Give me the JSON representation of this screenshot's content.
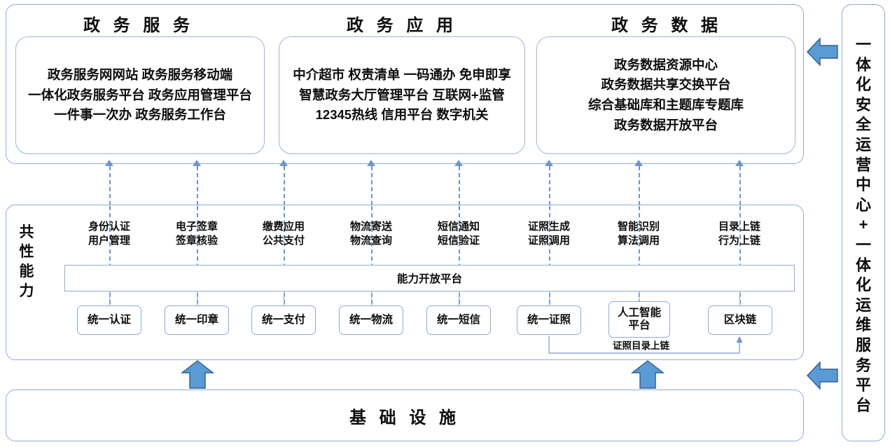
{
  "colors": {
    "border": "#8faadc",
    "inner_border": "#9cb4e0",
    "arrow_fill": "#5b9bd5",
    "arrow_stroke": "#2e5e91",
    "dashed": "#6f93d0",
    "text": "#0d0d0d",
    "background": "#ffffff"
  },
  "top": {
    "columns": [
      {
        "title": "政 务 服 务",
        "items": [
          "政务服务网网站 政务服务移动端",
          "一体化政务服务平台 政务应用管理平台",
          "一件事一次办 政务服务工作台"
        ]
      },
      {
        "title": "政 务 应 用",
        "items": [
          "中介超市 权责清单 一码通办 免申即享",
          "智慧政务大厅管理平台 互联网+监管",
          "12345热线 信用平台 数字机关"
        ]
      },
      {
        "title": "政 务 数 据",
        "items": [
          "政务数据资源中心",
          "政务数据共享交换平台",
          "综合基础库和主题库专题库",
          "政务数据开放平台"
        ]
      }
    ]
  },
  "capability": {
    "vertical_label": [
      "共",
      "性",
      "能",
      "力"
    ],
    "open_platform_label": "能力开放平台",
    "columns": [
      {
        "label_lines": [
          "身份认证",
          "用户管理"
        ],
        "unit": [
          "统一认证"
        ]
      },
      {
        "label_lines": [
          "电子签章",
          "签章核验"
        ],
        "unit": [
          "统一印章"
        ]
      },
      {
        "label_lines": [
          "缴费应用",
          "公共支付"
        ],
        "unit": [
          "统一支付"
        ]
      },
      {
        "label_lines": [
          "物流寄送",
          "物流查询"
        ],
        "unit": [
          "统一物流"
        ]
      },
      {
        "label_lines": [
          "短信通知",
          "短信验证"
        ],
        "unit": [
          "统一短信"
        ]
      },
      {
        "label_lines": [
          "证照生成",
          "证照调用"
        ],
        "unit": [
          "统一证照"
        ]
      },
      {
        "label_lines": [
          "智能识别",
          "算法调用"
        ],
        "unit": [
          "人工智能",
          "平台"
        ]
      },
      {
        "label_lines": [
          "目录上链",
          "行为上链"
        ],
        "unit": [
          "区块链"
        ]
      }
    ],
    "cert_chain_label": "证照目录上链"
  },
  "infra": {
    "label": "基 础 设 施"
  },
  "right_panel": {
    "label_chars": [
      "一",
      "体",
      "化",
      "安",
      "全",
      "运",
      "营",
      "中",
      "心",
      "+",
      "一",
      "体",
      "化",
      "运",
      "维",
      "服",
      "务",
      "平",
      "台"
    ],
    "label_text": "一体化安全运营中心 + 一体化运维服务平台"
  },
  "arrows": {
    "right_top": "left-arrow-icon",
    "right_bottom": "left-arrow-icon",
    "infra_left": "up-arrow-icon",
    "infra_right": "up-arrow-icon"
  }
}
